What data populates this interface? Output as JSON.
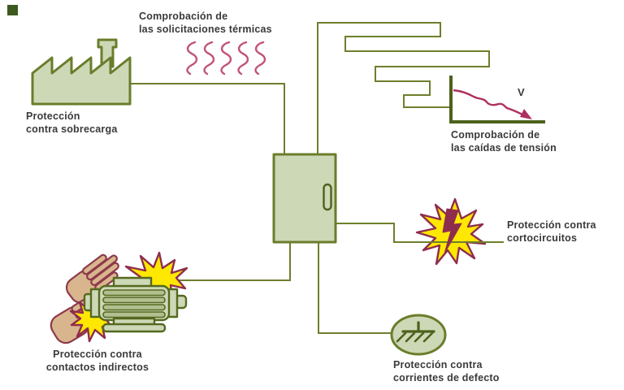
{
  "labels": {
    "thermal_check": "Comprobación de\nlas solicitaciones térmicas",
    "overload": "Protección\ncontra sobrecarga",
    "voltage_drop": "Comprobación de\nlas caídas de tensión",
    "short_circuit": "Protección contra\ncortocircuitos",
    "indirect_contacts": "Protección contra\ncontactos indirectos",
    "defect_currents": "Protección contra\ncorrientes de defecto",
    "voltage_symbol": "V"
  },
  "icons": {
    "corner_marker": "corner-square-icon",
    "factory": "factory-icon",
    "heat_waves": "heat-waves-icon",
    "cable_run": "serpentine-cable-icon",
    "voltage_graph": "voltage-drop-graph-icon",
    "distribution_box": "distribution-box-icon",
    "door_handle": "door-handle-icon",
    "short_circuit_burst": "short-circuit-burst-icon",
    "lightning_bolt": "lightning-bolt-icon",
    "hands": "hands-icon",
    "motor": "motor-icon",
    "spark_bursts": "spark-burst-icon",
    "ground": "earth-ground-icon"
  },
  "colors": {
    "green_fill": "#cdd8b7",
    "outline_olive": "#6a7d2b",
    "dark_olive": "#4e611c",
    "line_green": "#6d7f2c",
    "heat_pink": "#c2537a",
    "curve_crimson": "#ae3060",
    "burst_yellow": "#ffe800",
    "burst_maroon": "#8e2d4e",
    "hand_tan": "#d9b58e",
    "hand_outline": "#8d3a4a",
    "motor_olive": "#55691f",
    "rib_green": "#b2bf90",
    "corner_green": "#3d5a1e",
    "text_dark": "#3a3a3a"
  }
}
